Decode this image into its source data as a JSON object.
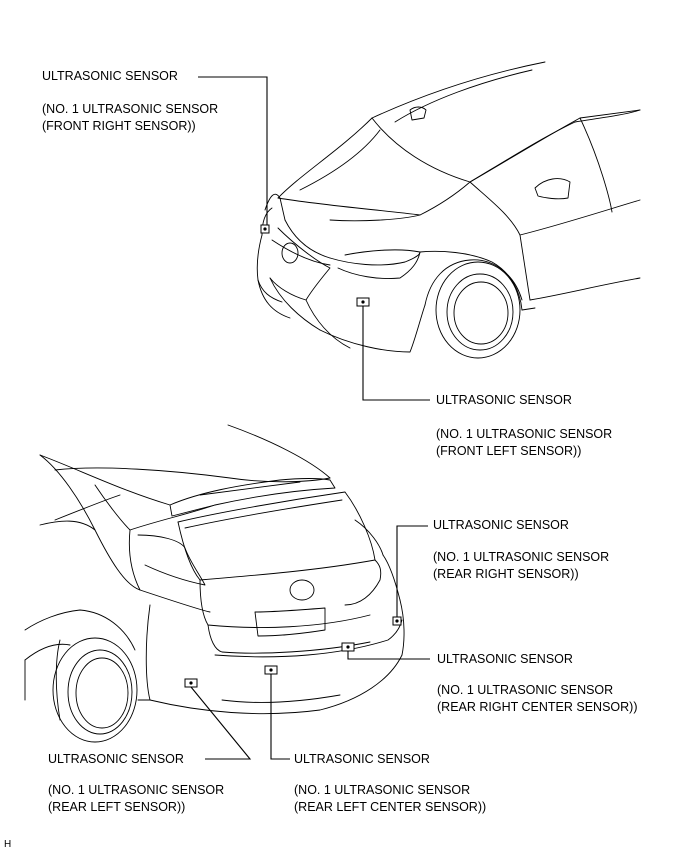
{
  "callouts": {
    "front_right": {
      "title": "ULTRASONIC SENSOR",
      "line1": "(NO. 1 ULTRASONIC SENSOR",
      "line2": "(FRONT RIGHT SENSOR))"
    },
    "front_left": {
      "title": "ULTRASONIC SENSOR",
      "line1": "(NO. 1 ULTRASONIC SENSOR",
      "line2": "(FRONT LEFT SENSOR))"
    },
    "rear_right": {
      "title": "ULTRASONIC SENSOR",
      "line1": "(NO. 1 ULTRASONIC SENSOR",
      "line2": "(REAR RIGHT SENSOR))"
    },
    "rear_right_center": {
      "title": "ULTRASONIC SENSOR",
      "line1": "(NO. 1 ULTRASONIC SENSOR",
      "line2": "(REAR RIGHT CENTER SENSOR))"
    },
    "rear_left": {
      "title": "ULTRASONIC SENSOR",
      "line1": "(NO. 1 ULTRASONIC SENSOR",
      "line2": "(REAR LEFT SENSOR))"
    },
    "rear_left_center": {
      "title": "ULTRASONIC SENSOR",
      "line1": "(NO. 1 ULTRASONIC SENSOR",
      "line2": "(REAR LEFT CENTER SENSOR))"
    }
  },
  "corner_code": "H"
}
